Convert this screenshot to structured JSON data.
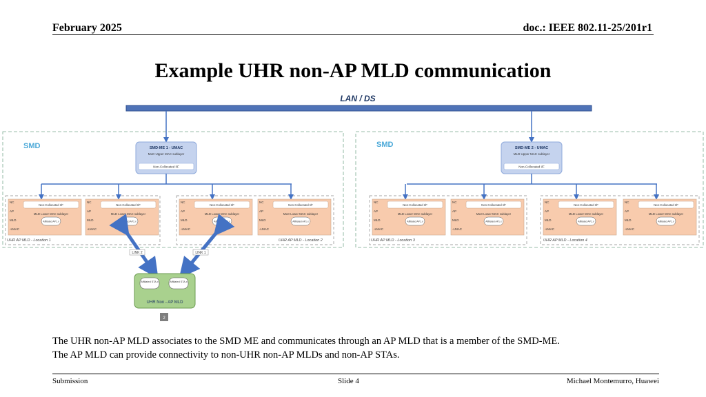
{
  "header": {
    "date": "February 2025",
    "doc": "doc.: IEEE 802.11-25/201r1"
  },
  "title": "Example UHR non-AP MLD communication",
  "diagram": {
    "lan_label": "LAN / DS",
    "smd_label": "SMD",
    "me1": {
      "title": "SMD-ME 1 - UMAC",
      "sub": "MLD Upper MAC sublayer",
      "nc": "Non-Collocated I/F"
    },
    "me2": {
      "title": "SMD-ME 2 - UMAC",
      "sub": "MLD Upper MAC sublayer",
      "nc": "Non-Collocated I/F"
    },
    "ap_side": {
      "nc": "NC",
      "ap": "AP",
      "mld": "MLD",
      "lmac": "-LMAC"
    },
    "ap_nc": "Non-Collocated I/F",
    "ap_lower": "MLD Lower MAC sublayer",
    "ap_affiliated": "Affiliated AP1.x",
    "locations": [
      "UHR AP MLD - Location 1",
      "UHR AP MLD - Location 2",
      "UHR AP MLD - Location 3",
      "UHR AP MLD - Location 4"
    ],
    "links": [
      "LINK 2",
      "LINK 1"
    ],
    "sta1": "Affiliated STA.x",
    "sta2": "Affiliated STA.x",
    "nonap_label": "UHR Non - AP MLD",
    "badge": "2"
  },
  "body_lines": [
    "The UHR non-AP MLD associates to the SMD ME and communicates through an AP MLD that is a member of the SMD-ME.",
    "The AP MLD can provide connectivity to non-UHR non-AP MLDs and non-AP STAs."
  ],
  "footer": {
    "left": "Submission",
    "center": "Slide 4",
    "right": "Michael Montemurro, Huawei"
  },
  "colors": {
    "lan_bar": "#4f73b7",
    "arrow": "#4472c4",
    "me_fill": "#c5d3ee",
    "ap_fill": "#f8cbad",
    "green": "#a9d18e",
    "smd_text": "#4aa8d8"
  }
}
